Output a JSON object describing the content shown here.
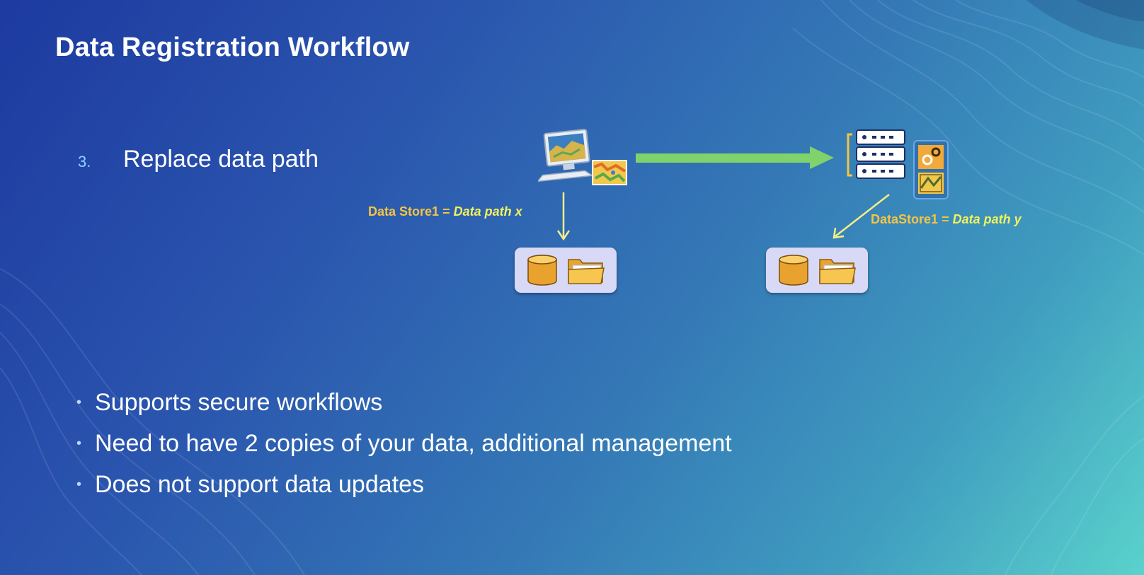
{
  "slide": {
    "title": "Data Registration Workflow",
    "step": {
      "number": "3.",
      "text": "Replace data path"
    }
  },
  "diagram": {
    "client": {
      "icon": "desktop-computer-icon",
      "map_icon": "map-thumbnail-icon",
      "label_key": "Data Store1",
      "label_eq": "=",
      "label_value": "Data path x",
      "store_icons": [
        "database-icon",
        "folder-icon"
      ]
    },
    "server": {
      "icon": "server-rack-icon",
      "service_icons": [
        "gear-service-icon",
        "map-service-icon"
      ],
      "label_key": "DataStore1",
      "label_eq": "=",
      "label_value": "Data path y",
      "store_icons": [
        "database-icon",
        "folder-icon"
      ]
    },
    "publish_arrow": "right-arrow-icon",
    "colors": {
      "arrow": "#7fd36a",
      "label_key": "#f7c442",
      "label_value": "#f2f25a",
      "store_box": "#d8d9f6"
    }
  },
  "bullets": [
    "Supports secure workflows",
    "Need to have 2 copies of your data, additional management",
    "Does not support data updates"
  ]
}
